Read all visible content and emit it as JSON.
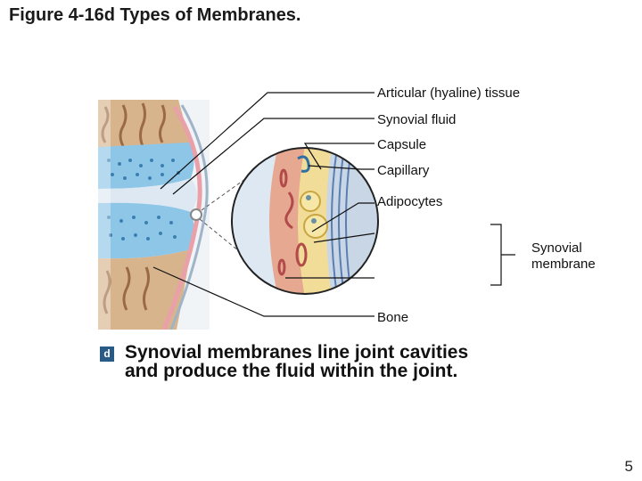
{
  "title": "Figure 4-16d Types of Membranes.",
  "labels": {
    "articular": "Articular (hyaline) tissue",
    "synovial_fluid": "Synovial fluid",
    "capsule": "Capsule",
    "capillary": "Capillary",
    "adipocytes": "Adipocytes",
    "synovial_membrane_line1": "Synovial",
    "synovial_membrane_line2": "membrane",
    "bone": "Bone"
  },
  "panel_letter": "d",
  "caption_line1": "Synovial membranes line joint cavities",
  "caption_line2": "and produce the fluid within the joint.",
  "page_number": "5",
  "colors": {
    "bone": "#d8b48c",
    "cartilage": "#8ec6e8",
    "membrane": "#e9a0a8",
    "cavity": "#dde8f2",
    "badge": "#2a5a86"
  }
}
